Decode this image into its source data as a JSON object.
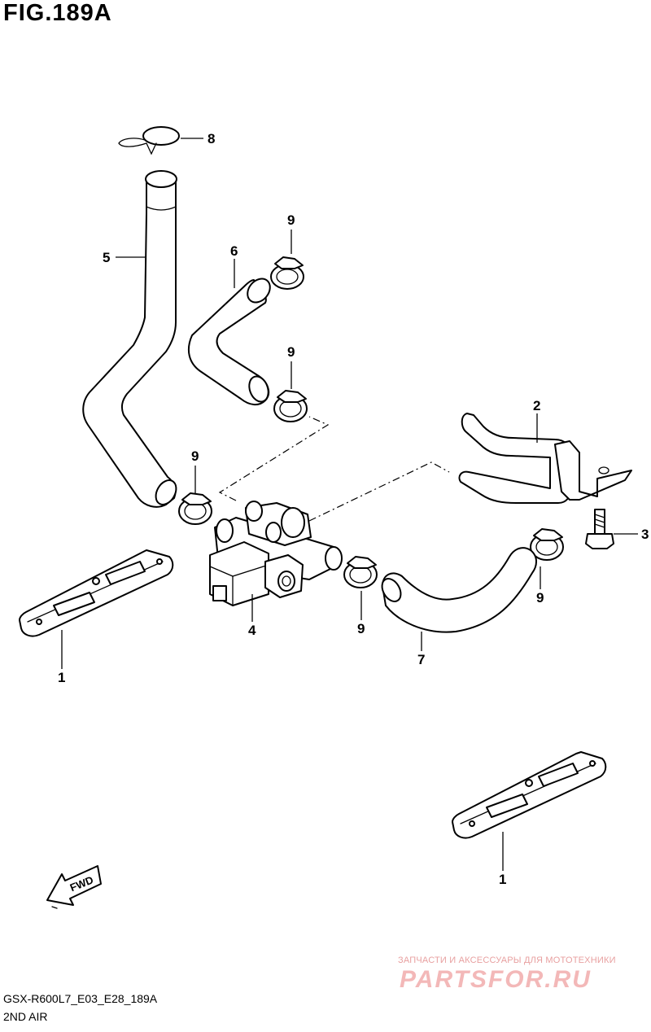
{
  "figure": {
    "title": "FIG.189A",
    "model_code": "GSX-R600L7_E03_E28_189A",
    "section_name": "2ND AIR"
  },
  "callouts": {
    "c1a": "1",
    "c1b": "1",
    "c2": "2",
    "c3": "3",
    "c4": "4",
    "c5": "5",
    "c6": "6",
    "c7": "7",
    "c8": "8",
    "c9a": "9",
    "c9b": "9",
    "c9c": "9",
    "c9d": "9",
    "c9e": "9"
  },
  "fwd_label": "FWD",
  "watermark": {
    "subtitle": "ЗАПЧАСТИ И АКСЕССУАРЫ ДЛЯ МОТОТЕХНИКИ",
    "logo": "PARTSFOR.RU"
  },
  "colors": {
    "line": "#000000",
    "background": "#ffffff",
    "watermark": "#f3b8b8"
  }
}
